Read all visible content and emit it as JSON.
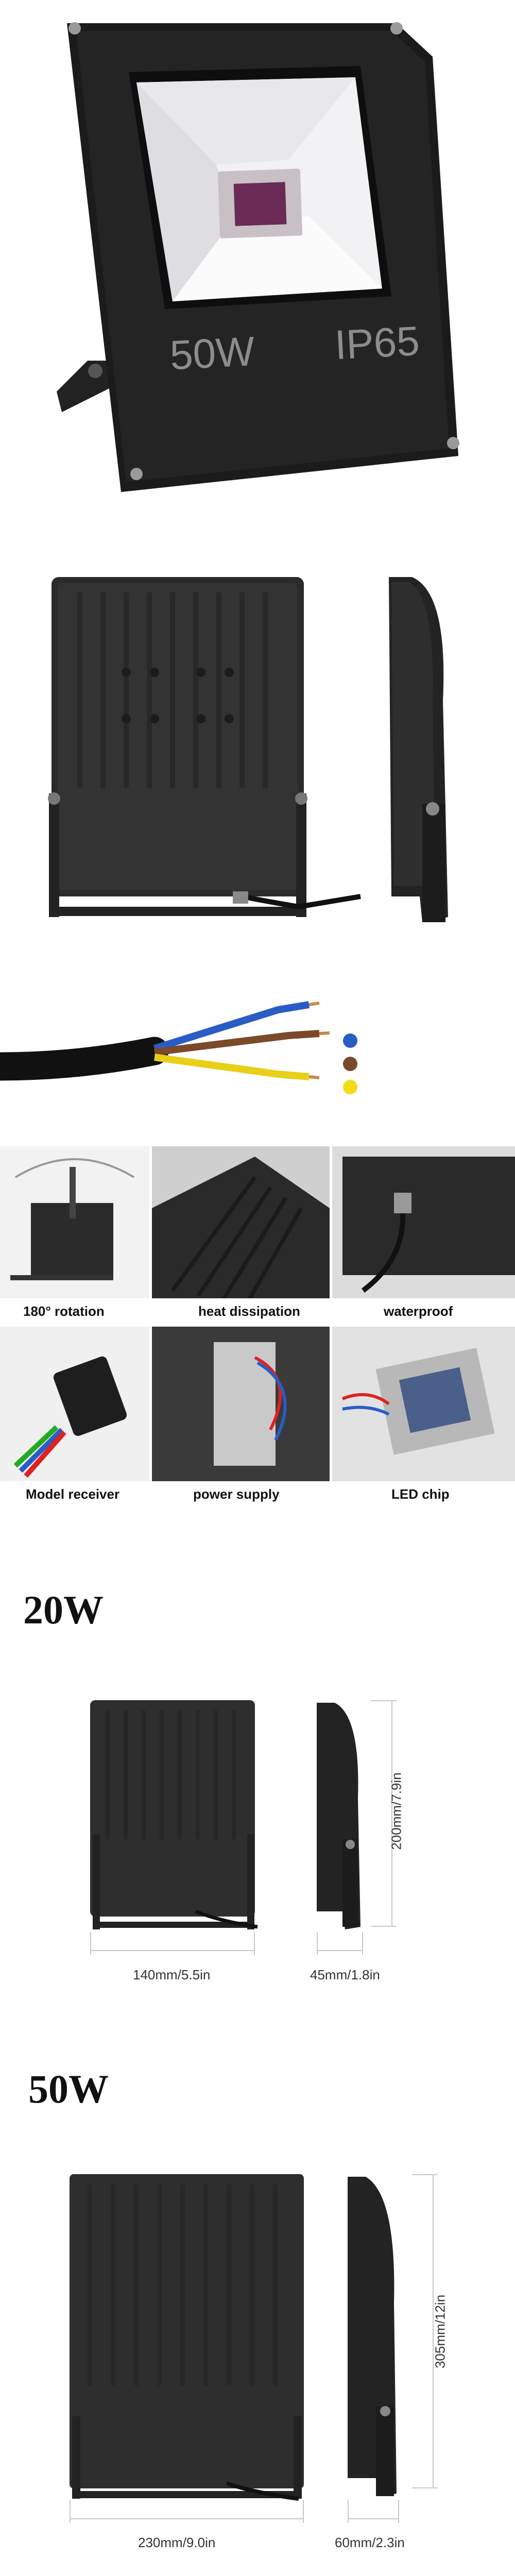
{
  "hero": {
    "wattage_label": "50W",
    "rating_label": "IP65"
  },
  "wire_colors": [
    "#2a5cc6",
    "#7a4a2a",
    "#f3dc18"
  ],
  "features": [
    {
      "caption": "180° rotation"
    },
    {
      "caption": "heat dissipation"
    },
    {
      "caption": "waterproof"
    },
    {
      "caption": "Model receiver"
    },
    {
      "caption": "power supply"
    },
    {
      "caption": "LED chip"
    }
  ],
  "spec_20w": {
    "title": "20W",
    "width": "140mm/5.5in",
    "height": "200mm/7.9in",
    "depth": "45mm/1.8in"
  },
  "spec_50w": {
    "title": "50W",
    "width": "230mm/9.0in",
    "height": "305mm/12in",
    "depth": "60mm/2.3in"
  }
}
